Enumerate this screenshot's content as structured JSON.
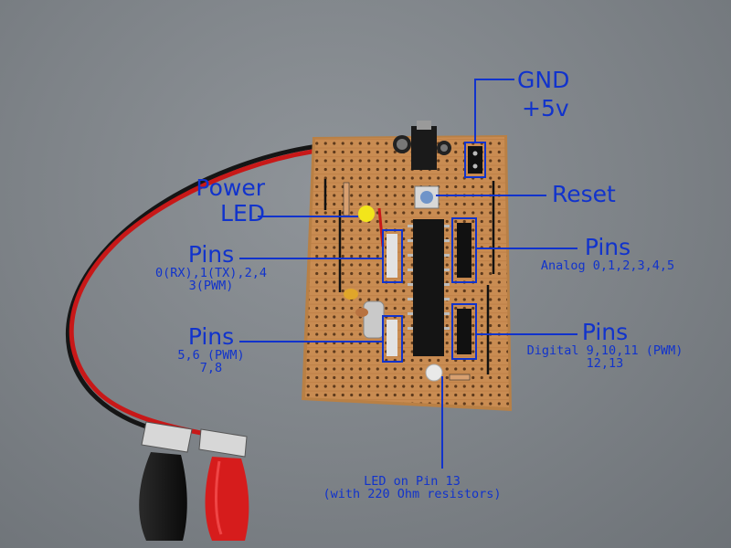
{
  "labels": {
    "gnd": "GND",
    "plus5v": "+5v",
    "power_led_l1": "Power",
    "power_led_l2": "LED",
    "reset": "Reset",
    "pins_digital_low_title": "Pins",
    "pins_digital_low_l1": "0(RX),1(TX),2,4",
    "pins_digital_low_l2": "3(PWM)",
    "pins_analog_title": "Pins",
    "pins_analog_sub": "Analog 0,1,2,3,4,5",
    "pins_mid_title": "Pins",
    "pins_mid_l1": "5,6 (PWM)",
    "pins_mid_l2": "7,8",
    "pins_digital_high_title": "Pins",
    "pins_digital_high_l1": "Digital 9,10,11 (PWM)",
    "pins_digital_high_l2": "12,13",
    "led13_l1": "LED on Pin 13",
    "led13_l2": "(with 220 Ohm resistors)"
  },
  "colors": {
    "label_text": "#1133cc",
    "leader_line": "#1133cc",
    "highlight_box": "#1133cc",
    "board": "#c98c52",
    "background": "#80868b",
    "wire_red": "#c81818",
    "wire_black": "#151515"
  },
  "icons": {
    "photo": "arduino-stripboard-photo"
  }
}
